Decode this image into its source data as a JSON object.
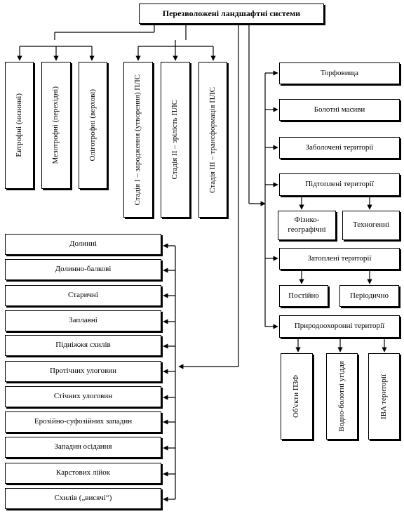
{
  "root": "Перезволожені ландшафтні системи",
  "trophic": [
    "Евтрофні (низинні)",
    "Мезотрофні (перехідні)",
    "Оліготрофні (верхові)"
  ],
  "stages": [
    "Стадія І – зародження (утворення) ПЛС",
    "Стадія ІІ – зрілість ПЛС",
    "Стадія ІІІ – трансформація ПЛС"
  ],
  "right": {
    "peat": "Торфовища",
    "bog_massifs": "Болотні масиви",
    "swamped": "Заболочені території",
    "underflooded": "Підтоплені території",
    "underflooded_children": [
      "Фізико-географічні",
      "Техногенні"
    ],
    "flooded": "Затоплені території",
    "flooded_children": [
      "Постійно",
      "Періодично"
    ],
    "protected": "Природоохоронні території",
    "protected_children": [
      "Об'єкти ПЗФ",
      "Водно-болотні угіддя",
      "IBA території"
    ]
  },
  "left_list": [
    "Долинні",
    "Долинно-балкові",
    "Старичні",
    "Заплавні",
    "Підніжжя схилів",
    "Протічних улоговин",
    "Стічних улоговин",
    "Ерозійно-суфозійних западин",
    "Западин осідання",
    "Карстових лійок",
    "Схилів („висячі“)"
  ]
}
